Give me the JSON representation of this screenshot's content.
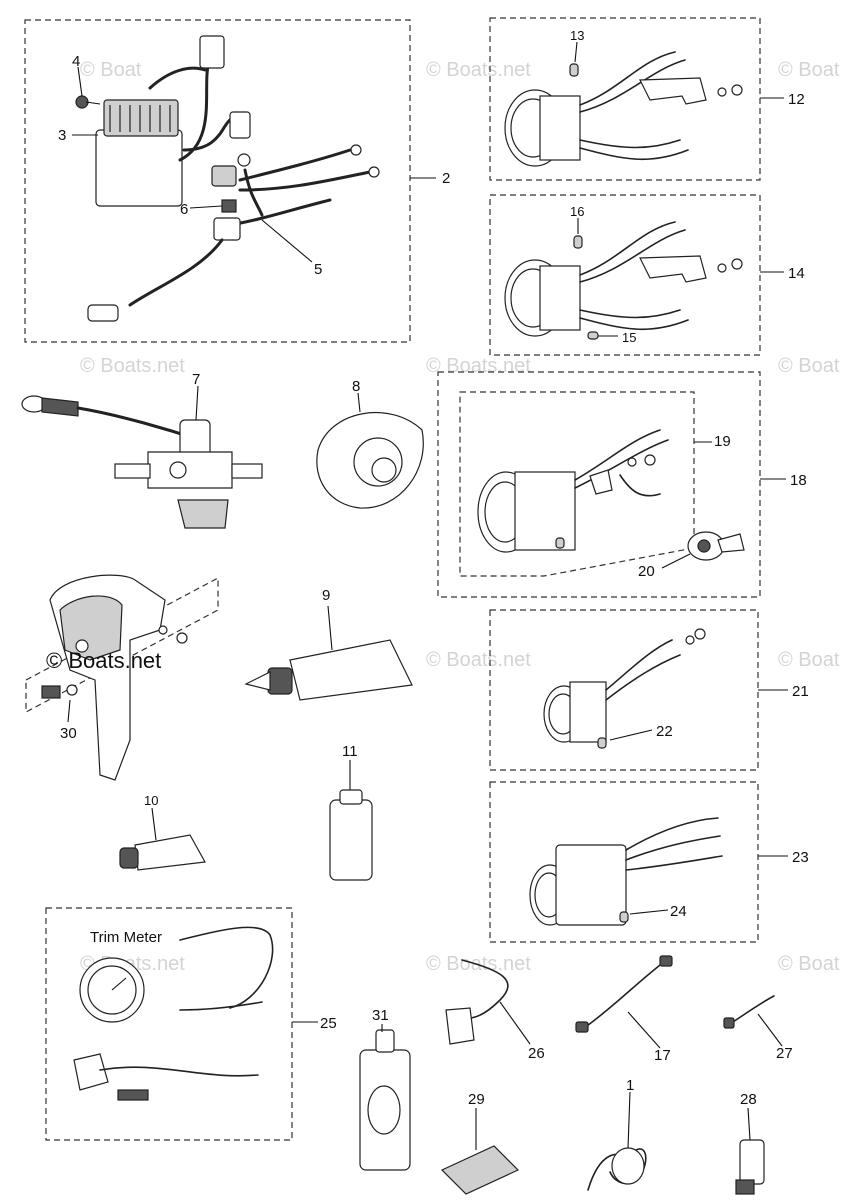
{
  "watermark": "© Boats.net",
  "watermark_short": "© Boat",
  "watermark_bold": "© Boats.net",
  "labels": {
    "n1": "1",
    "n2": "2",
    "n3": "3",
    "n4": "4",
    "n5": "5",
    "n6": "6",
    "n7": "7",
    "n8": "8",
    "n9": "9",
    "n10": "10",
    "n11": "11",
    "n12": "12",
    "n13": "13",
    "n14": "14",
    "n15": "15",
    "n16": "16",
    "n17": "17",
    "n18": "18",
    "n19": "19",
    "n20": "20",
    "n21": "21",
    "n22": "22",
    "n23": "23",
    "n24": "24",
    "n25": "25",
    "n26": "26",
    "n27": "27",
    "n28": "28",
    "n29": "29",
    "n30": "30",
    "n31": "31"
  },
  "trim_meter_label": "Trim Meter"
}
